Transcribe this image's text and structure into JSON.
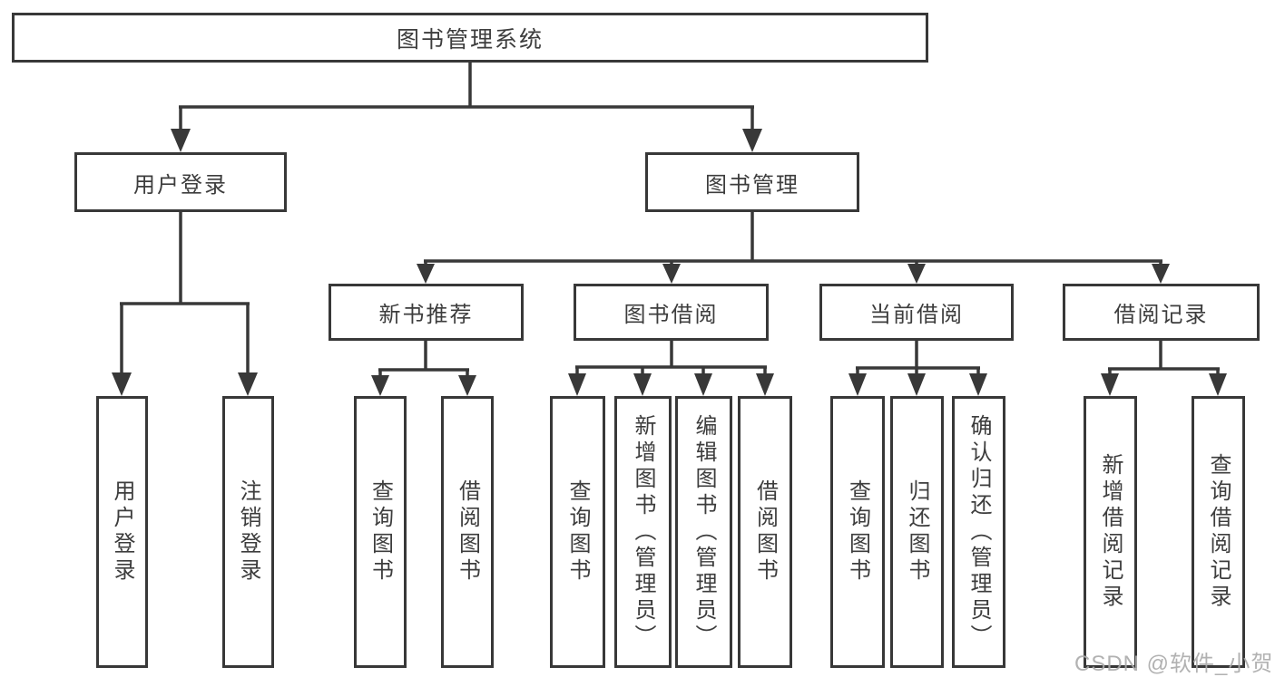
{
  "nodes": {
    "root": "图书管理系统",
    "user_login": "用户登录",
    "book_mgmt": "图书管理",
    "new_books": "新书推荐",
    "book_borrow": "图书借阅",
    "current_borrow": "当前借阅",
    "borrow_records": "借阅记录",
    "ul_login": "用户登录",
    "ul_logout": "注销登录",
    "nb_query": "查询图书",
    "nb_borrow": "借阅图书",
    "bb_query": "查询图书",
    "bb_add": "新增图书（管理员）",
    "bb_edit": "编辑图书（管理员）",
    "bb_borrow": "借阅图书",
    "cb_query": "查询图书",
    "cb_return": "归还图书",
    "cb_confirm": "确认归还（管理员）",
    "br_add": "新增借阅记录",
    "br_query": "查询借阅记录"
  },
  "watermark": "CSDN @软件_小贺同学",
  "colors": {
    "line": "#383838",
    "text": "#3d3d3d",
    "watermark": "#aaaaaa"
  }
}
